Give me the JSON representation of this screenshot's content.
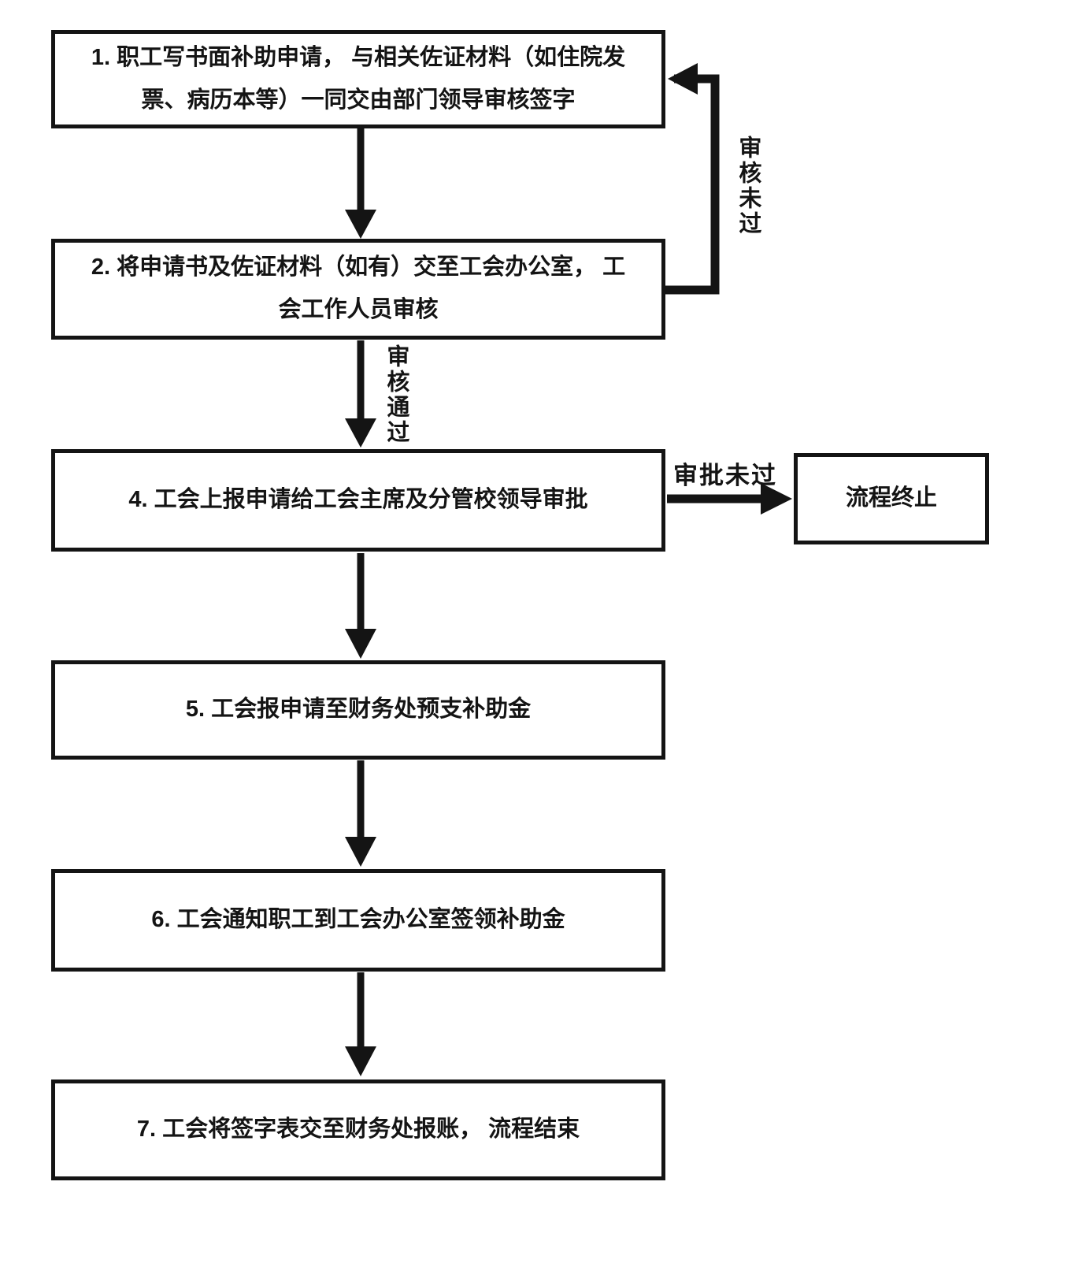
{
  "nodes": {
    "step1": "1. 职工写书面补助申请， 与相关佐证材料（如住院发票、病历本等）一同交由部门领导审核签字",
    "step2": "2. 将申请书及佐证材料（如有）交至工会办公室， 工会工作人员审核",
    "step4": "4. 工会上报申请给工会主席及分管校领导审批",
    "step5": "5. 工会报申请至财务处预支补助金",
    "step6": "6. 工会通知职工到工会办公室签领补助金",
    "step7": "7. 工会将签字表交至财务处报账， 流程结束",
    "terminate": "流程终止"
  },
  "edge_labels": {
    "review_failed": "审核未过",
    "review_passed": "审核通过",
    "approval_failed": "审批未过"
  },
  "colors": {
    "line": "#141414",
    "background": "#ffffff",
    "text": "#141414"
  }
}
